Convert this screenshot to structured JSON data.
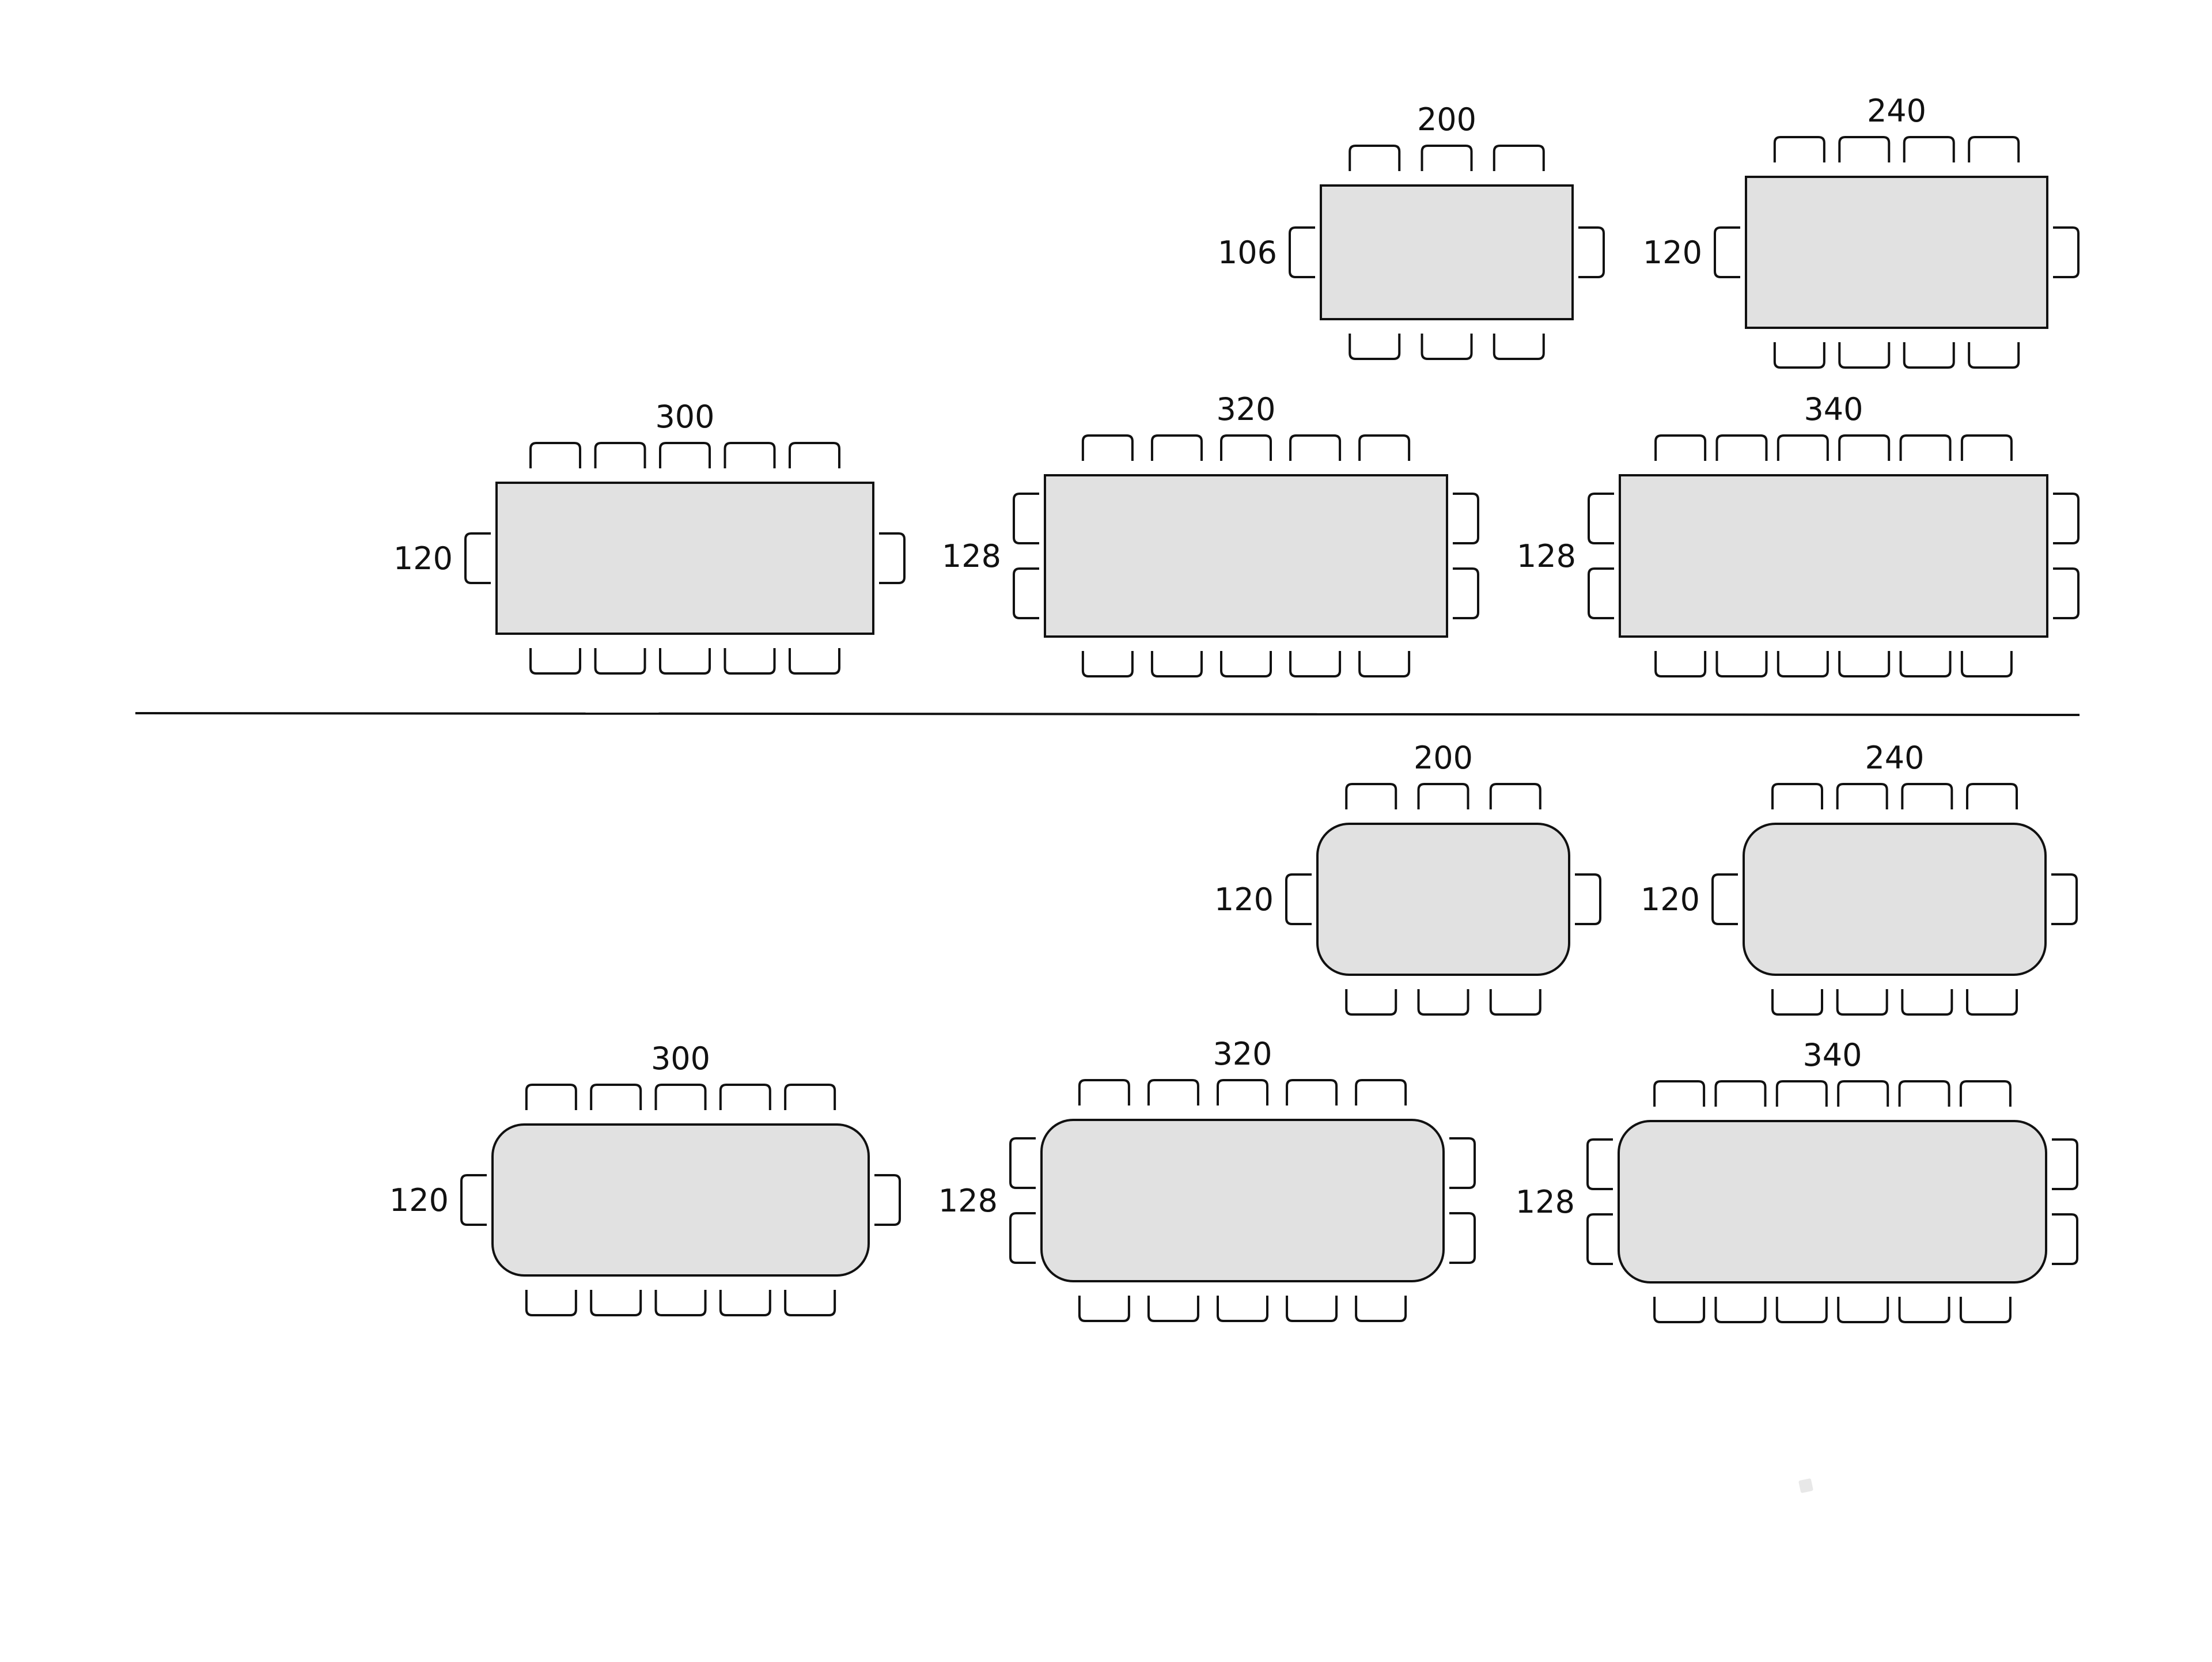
{
  "colors": {
    "table_fill": "#e1e1e1",
    "stroke": "#111111",
    "background": "#ffffff"
  },
  "sections": [
    {
      "shape": "rectangular",
      "tables": [
        {
          "length": "200",
          "width": "106",
          "seats_side": 3,
          "seats_end": 1
        },
        {
          "length": "240",
          "width": "120",
          "seats_side": 4,
          "seats_end": 1
        },
        {
          "length": "300",
          "width": "120",
          "seats_side": 5,
          "seats_end": 1
        },
        {
          "length": "320",
          "width": "128",
          "seats_side": 5,
          "seats_end": 2
        },
        {
          "length": "340",
          "width": "128",
          "seats_side": 6,
          "seats_end": 2
        }
      ]
    },
    {
      "shape": "rounded",
      "tables": [
        {
          "length": "200",
          "width": "120",
          "seats_side": 3,
          "seats_end": 1
        },
        {
          "length": "240",
          "width": "120",
          "seats_side": 4,
          "seats_end": 1
        },
        {
          "length": "300",
          "width": "120",
          "seats_side": 5,
          "seats_end": 1
        },
        {
          "length": "320",
          "width": "128",
          "seats_side": 5,
          "seats_end": 2
        },
        {
          "length": "340",
          "width": "128",
          "seats_side": 6,
          "seats_end": 2
        }
      ]
    }
  ]
}
